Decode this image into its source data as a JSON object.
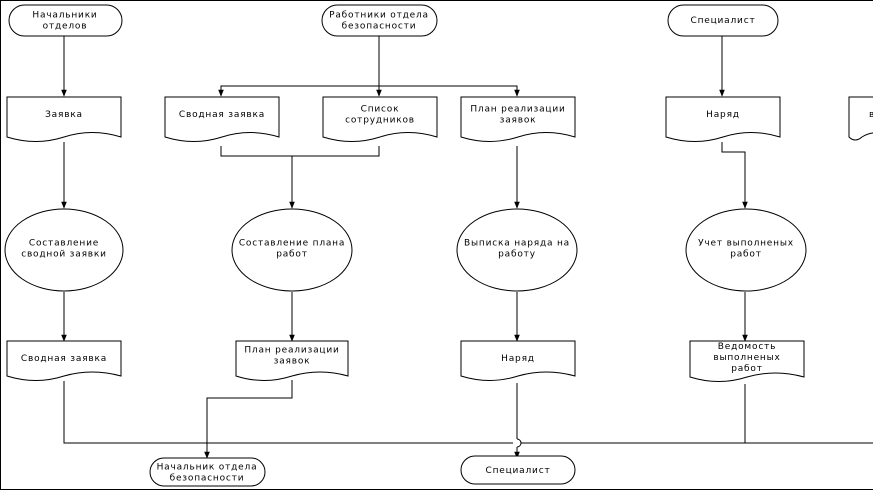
{
  "terminators": {
    "heads_of_departments": [
      "Начальники",
      "отделов"
    ],
    "security_staff": [
      "Работники отдела",
      "безопасности"
    ],
    "specialist_top": [
      "Специалист"
    ],
    "head_of_security": [
      "Начальник отдела",
      "безопасности"
    ],
    "specialist_bottom": [
      "Специалист"
    ]
  },
  "documents": {
    "request": [
      "Заявка"
    ],
    "summary_request_top": [
      "Сводная заявка"
    ],
    "staff_list": [
      "Список",
      "сотрудников"
    ],
    "request_plan_top": [
      "План реализации",
      "заявок"
    ],
    "work_order_top": [
      "Наряд"
    ],
    "partial": [
      "в"
    ],
    "summary_request": [
      "Сводная заявка"
    ],
    "request_plan": [
      "План реализации",
      "заявок"
    ],
    "work_order": [
      "Наряд"
    ],
    "completed_work_statement": [
      "Ведомость",
      "выполненых",
      "работ"
    ]
  },
  "processes": {
    "compile_summary": [
      "Составление",
      "сводной заявки"
    ],
    "compile_plan": [
      "Составление плана",
      "работ"
    ],
    "issue_order": [
      "Выписка наряда на",
      "работу"
    ],
    "account_work": [
      "Учет выполненых",
      "работ"
    ]
  }
}
